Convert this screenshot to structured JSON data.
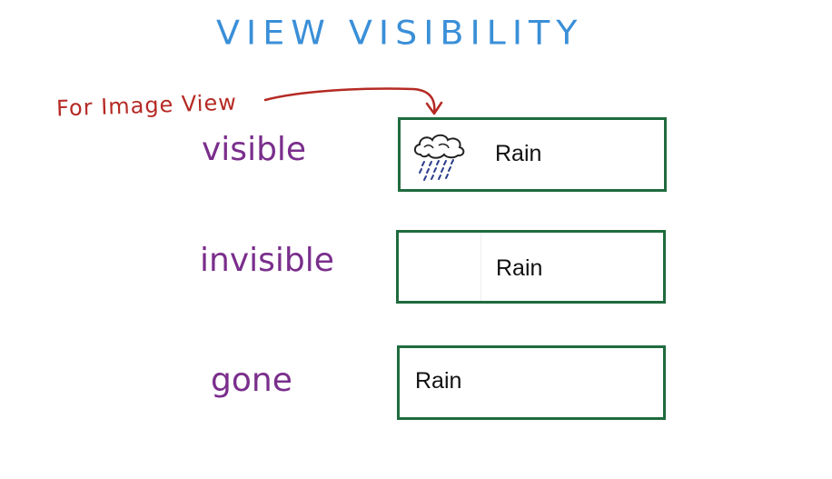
{
  "title": "VIEW VISIBILITY",
  "annotation": {
    "text": "For Image View"
  },
  "states": [
    {
      "label": "visible",
      "view_text": "Rain",
      "icon": "rain-cloud-icon"
    },
    {
      "label": "invisible",
      "view_text": "Rain"
    },
    {
      "label": "gone",
      "view_text": "Rain"
    }
  ],
  "colors": {
    "title": "#3a8fd8",
    "annotation": "#b52a24",
    "state_label": "#7a2e8c",
    "box_border": "#1f6b3e"
  }
}
